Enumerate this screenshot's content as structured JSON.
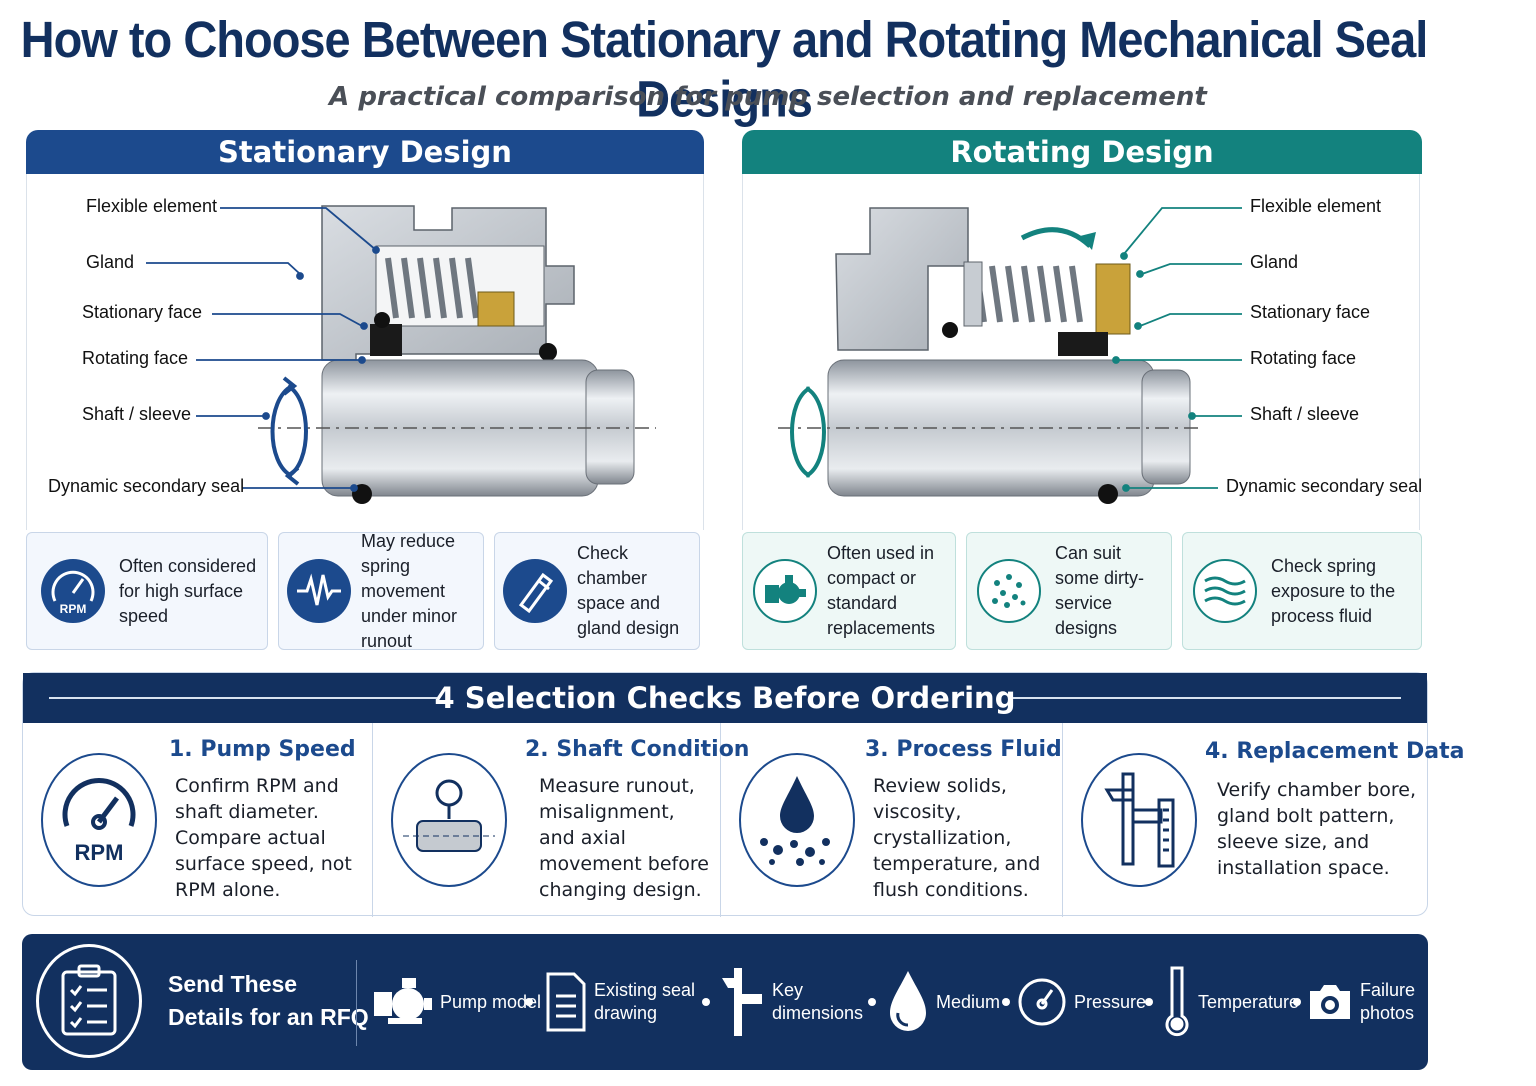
{
  "title": "How to Choose Between Stationary and Rotating Mechanical Seal Designs",
  "subtitle": "A practical comparison for pump selection and replacement",
  "stationary": {
    "heading": "Stationary Design",
    "callouts": [
      "Flexible element",
      "Gland",
      "Stationary face",
      "Rotating face",
      "Shaft / sleeve",
      "Dynamic secondary seal"
    ],
    "features": [
      {
        "icon": "rpm-gauge-icon",
        "icon_text": "RPM",
        "text": "Often considered for high surface speed"
      },
      {
        "icon": "waveform-icon",
        "text": "May reduce spring movement under minor runout"
      },
      {
        "icon": "caliper-icon",
        "text": "Check chamber space and gland design"
      }
    ]
  },
  "rotating": {
    "heading": "Rotating Design",
    "callouts": [
      "Flexible element",
      "Gland",
      "Stationary face",
      "Rotating face",
      "Shaft / sleeve",
      "Dynamic secondary seal"
    ],
    "features": [
      {
        "icon": "pump-icon",
        "text": "Often used in compact or standard replacements"
      },
      {
        "icon": "particles-icon",
        "text": "Can suit some dirty-service designs"
      },
      {
        "icon": "fluid-waves-icon",
        "text": "Check spring exposure to the process fluid"
      }
    ]
  },
  "checks": {
    "heading": "4 Selection Checks Before Ordering",
    "items": [
      {
        "title": "1. Pump Speed",
        "icon": "speedometer-icon",
        "icon_text": "RPM",
        "text": "Confirm RPM and shaft diameter. Compare actual surface speed, not RPM alone."
      },
      {
        "title": "2. Shaft Condition",
        "icon": "dial-indicator-icon",
        "text": "Measure runout, misalignment, and axial movement before changing design."
      },
      {
        "title": "3. Process Fluid",
        "icon": "droplet-particles-icon",
        "text": "Review solids, viscosity, crystallization, temperature, and flush conditions."
      },
      {
        "title": "4. Replacement Data",
        "icon": "caliper-icon",
        "text": "Verify chamber bore, gland bolt pattern, sleeve size, and installation space."
      }
    ]
  },
  "rfq": {
    "title_line1": "Send These",
    "title_line2": "Details for an RFQ",
    "icon": "checklist-clipboard-icon",
    "items": [
      {
        "icon": "pump-icon",
        "line1": "Pump model",
        "line2": ""
      },
      {
        "icon": "document-icon",
        "line1": "Existing seal",
        "line2": "drawing"
      },
      {
        "icon": "caliper-icon",
        "line1": "Key",
        "line2": "dimensions"
      },
      {
        "icon": "droplet-icon",
        "line1": "Medium",
        "line2": ""
      },
      {
        "icon": "pressure-gauge-icon",
        "line1": "Pressure",
        "line2": ""
      },
      {
        "icon": "thermometer-icon",
        "line1": "Temperature",
        "line2": ""
      },
      {
        "icon": "camera-icon",
        "line1": "Failure",
        "line2": "photos"
      }
    ]
  },
  "colors": {
    "navy": "#12305f",
    "blue": "#1c4a8d",
    "teal": "#13827e",
    "brass": "#c9a23a"
  }
}
